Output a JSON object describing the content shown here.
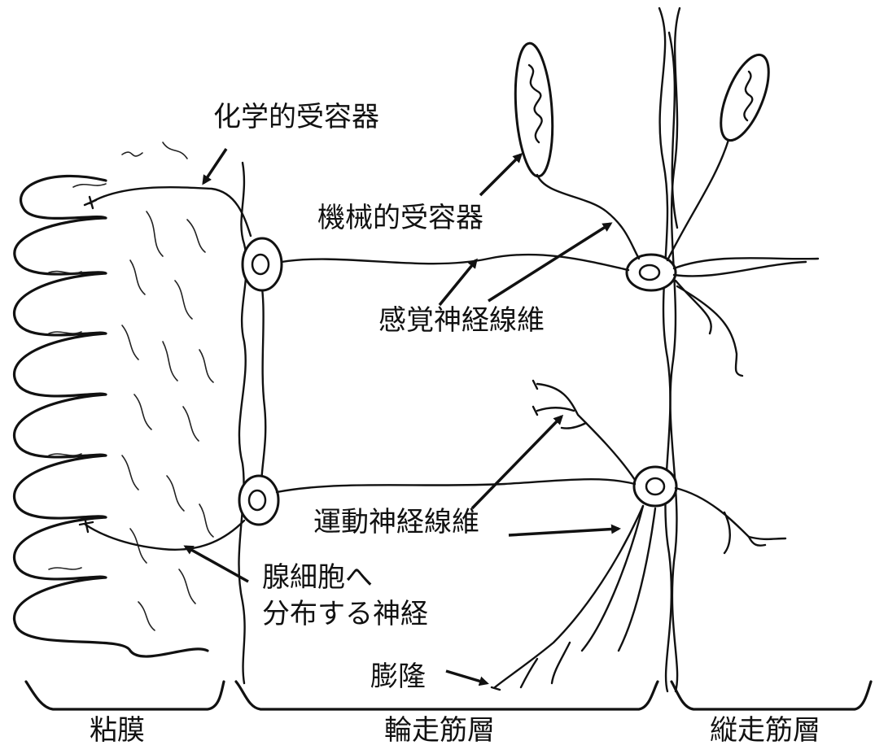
{
  "labels": {
    "chemoreceptor": "化学的受容器",
    "mechanoreceptor": "機械的受容器",
    "sensory_fiber": "感覚神経線維",
    "motor_fiber": "運動神経線維",
    "gland_nerve_line1": "腺細胞へ",
    "gland_nerve_line2": "分布する神経",
    "varicosity": "膨隆"
  },
  "layers": {
    "mucosa": "粘膜",
    "circular_muscle": "輪走筋層",
    "longitudinal_muscle": "縦走筋層"
  }
}
